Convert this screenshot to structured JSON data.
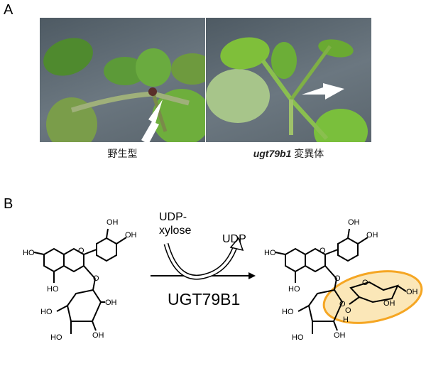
{
  "panels": {
    "a": {
      "label": "A",
      "left_caption": "野生型",
      "right_caption_gene": "ugt79b1",
      "right_caption_suffix": " 変異体"
    },
    "b": {
      "label": "B",
      "substrate_cosubstrate_line1": "UDP-",
      "substrate_cosubstrate_line2": "xylose",
      "byproduct": "UDP",
      "enzyme": "UGT79B1",
      "highlight_color": "#f5a623",
      "highlight_fill": "#fbe7b8"
    }
  }
}
